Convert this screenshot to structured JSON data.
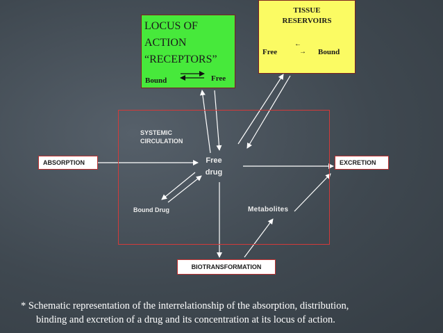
{
  "locus": {
    "line1": "LOCUS OF",
    "line2": "ACTION",
    "line3": "“RECEPTORS”",
    "bound": "Bound",
    "free": "Free"
  },
  "tissue": {
    "line1": "TISSUE",
    "line2": "RESERVOIRS",
    "free": "Free",
    "bound": "Bound",
    "arrow_left": "←",
    "arrow_right": "→"
  },
  "systemic": {
    "line1": "SYSTEMIC",
    "line2": "CIRCULATION"
  },
  "free_drug": {
    "line1": "Free",
    "line2": "drug"
  },
  "bound_drug": "Bound Drug",
  "metabolites": "Metabolites",
  "absorption": "ABSORPTION",
  "excretion": "EXCRETION",
  "biotransformation": "BIOTRANSFORMATION",
  "caption": {
    "line1": "* Schematic representation of the interrelationship of the absorption, distribution,",
    "line2": "binding and excretion of a drug and its concentration at its locus of action."
  },
  "colors": {
    "background": "#3f4850",
    "locus_fill": "#47e93b",
    "tissue_fill": "#fbfb63",
    "systemic_border": "#d43a3a",
    "arrow": "#ffffff"
  }
}
